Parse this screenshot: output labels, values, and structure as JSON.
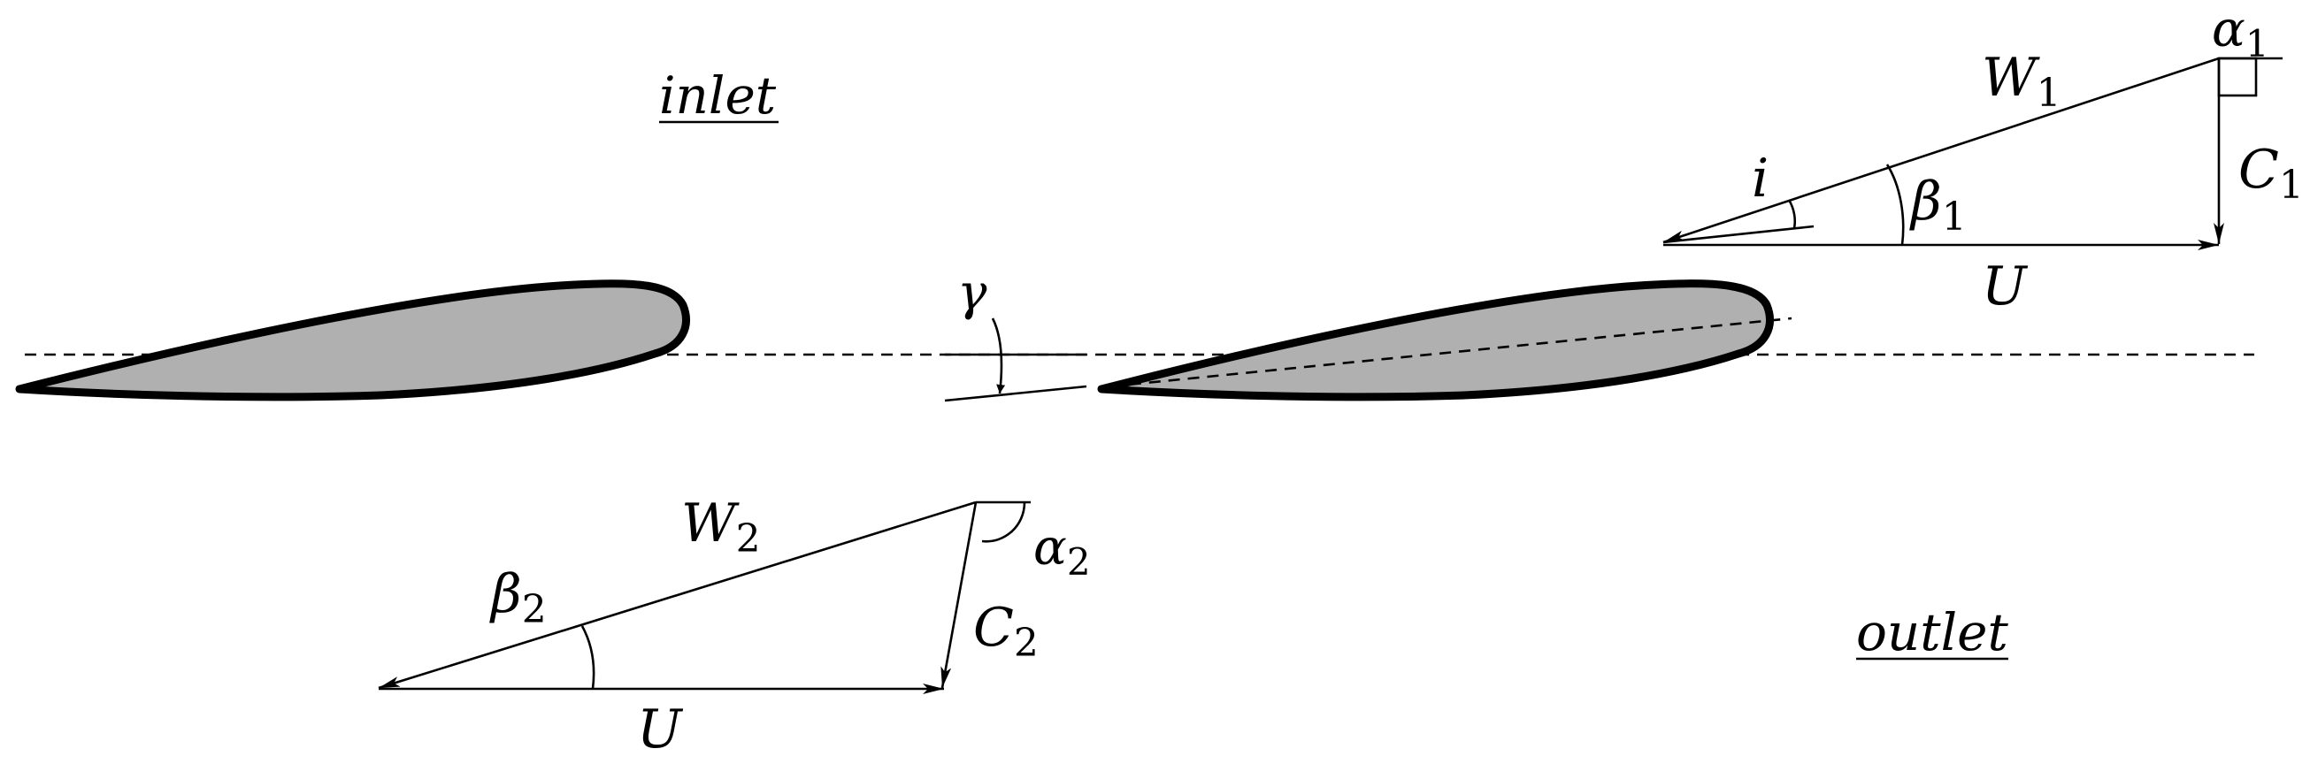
{
  "labels": {
    "inlet": "inlet",
    "outlet": "outlet",
    "gamma": "γ",
    "i": "i",
    "W": "W",
    "C": "C",
    "U": "U",
    "alpha": "α",
    "beta": "β",
    "sub1": "1",
    "sub2": "2"
  },
  "colors": {
    "blade_fill": "#b0b0b0",
    "line": "#000000"
  }
}
